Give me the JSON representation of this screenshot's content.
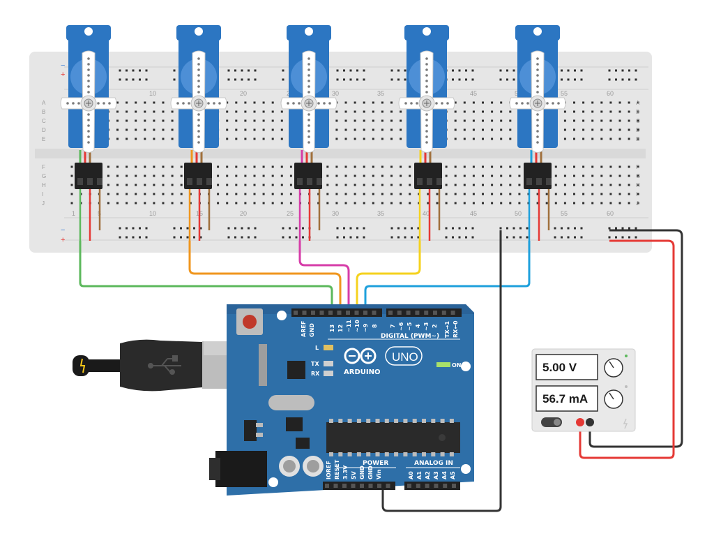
{
  "breadboard": {
    "column_numbers": [
      "1",
      "5",
      "10",
      "15",
      "20",
      "25",
      "30",
      "35",
      "40",
      "45",
      "50",
      "55",
      "60"
    ],
    "top_rows": [
      "A",
      "B",
      "C",
      "D",
      "E"
    ],
    "bottom_rows": [
      "F",
      "G",
      "H",
      "I",
      "J"
    ],
    "rail_minus": "−",
    "rail_plus": "+"
  },
  "servos": [
    {
      "id": "servo-1",
      "signal_wire": "#5cb85c",
      "signal_pin": "13"
    },
    {
      "id": "servo-2",
      "signal_wire": "#f0961e",
      "signal_pin": "12"
    },
    {
      "id": "servo-3",
      "signal_wire": "#d63ca8",
      "signal_pin": "~11"
    },
    {
      "id": "servo-4",
      "signal_wire": "#f5d21e",
      "signal_pin": "~10"
    },
    {
      "id": "servo-5",
      "signal_wire": "#1ea0dc",
      "signal_pin": "~9"
    }
  ],
  "arduino": {
    "logo_text": "ARDUINO",
    "model_text": "UNO",
    "digital_label": "DIGITAL (PWM~)",
    "on_label": "ON",
    "l_label": "L",
    "tx_label": "TX",
    "rx_label": "RX",
    "power_label": "POWER",
    "analog_label": "ANALOG IN",
    "top_pins": [
      "AREF",
      "GND",
      "13",
      "12",
      "~11",
      "~10",
      "~9",
      "8",
      "7",
      "~6",
      "~5",
      "4",
      "~3",
      "2",
      "TX→1",
      "RX←0"
    ],
    "power_pins": [
      "IOREF",
      "RESET",
      "3.3V",
      "5V",
      "GND",
      "GND",
      "Vin"
    ],
    "analog_pins": [
      "A0",
      "A1",
      "A2",
      "A3",
      "A4",
      "A5"
    ]
  },
  "power_supply": {
    "voltage_display": "5.00 V",
    "current_display": "56.7 mA"
  },
  "colors": {
    "arduino_board": "#2e6fa8",
    "servo_body": "#2c76c2",
    "breadboard": "#e6e6e6",
    "wire_red": "#e53935",
    "wire_black": "#333333",
    "wire_brown": "#a0703c"
  }
}
